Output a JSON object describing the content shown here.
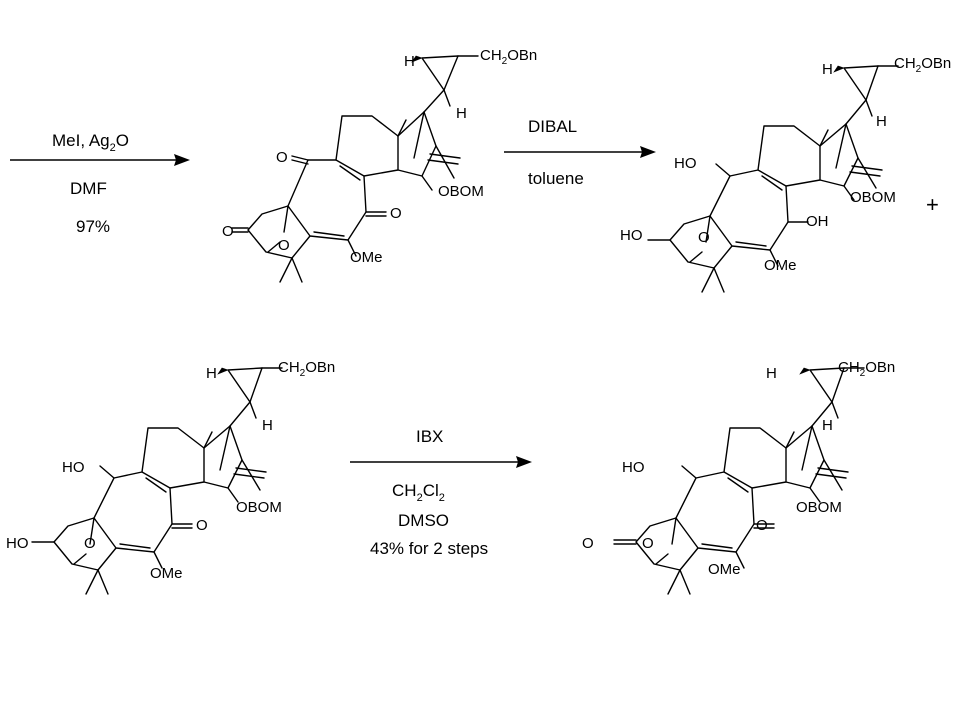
{
  "reactions": [
    {
      "reagent_above": "MeI, Ag",
      "reagent_above_sub": "2",
      "reagent_above_tail": "O",
      "reagents_below": [
        "DMF",
        "97%"
      ]
    },
    {
      "reagent_above": "DIBAL",
      "reagents_below": [
        "toluene"
      ]
    },
    {
      "reagent_above": "IBX",
      "reagent_below_1": "CH",
      "reagent_below_1_sub1": "2",
      "reagent_below_1_mid": "Cl",
      "reagent_below_1_sub2": "2",
      "reagents_below": [
        "DMSO",
        "43% for 2 steps"
      ]
    }
  ],
  "plus_sign": "+",
  "labels": {
    "H": "H",
    "CH2OBn_pre": "CH",
    "CH2OBn_sub": "2",
    "CH2OBn_post": "OBn",
    "OBOM": "OBOM",
    "OMe": "OMe",
    "O": "O",
    "OH": "OH",
    "HO": "HO"
  }
}
